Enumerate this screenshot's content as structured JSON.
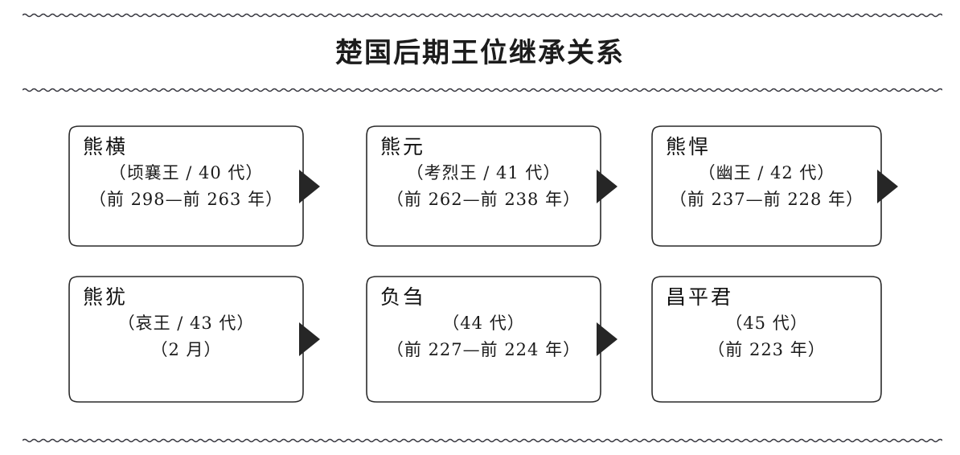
{
  "page": {
    "title": "楚国后期王位继承关系",
    "background_color": "#ffffff",
    "ink_color": "#1a1a1a",
    "arrow_color": "#262626"
  },
  "dividers": [
    {
      "name": "wave-top",
      "style": "wavy"
    },
    {
      "name": "wave-mid",
      "style": "wavy"
    },
    {
      "name": "wave-bottom",
      "style": "wavy"
    }
  ],
  "nodes": [
    {
      "id": "node-1",
      "name": "熊横",
      "title_generation": "（顷襄王 / 40 代）",
      "reign": "（前 298—前 263 年）",
      "has_arrow": true
    },
    {
      "id": "node-2",
      "name": "熊元",
      "title_generation": "（考烈王 / 41 代）",
      "reign": "（前 262—前 238 年）",
      "has_arrow": true
    },
    {
      "id": "node-3",
      "name": "熊悍",
      "title_generation": "（幽王 / 42 代）",
      "reign": "（前 237—前 228 年）",
      "has_arrow": true
    },
    {
      "id": "node-4",
      "name": "熊犹",
      "title_generation": "（哀王 / 43 代）",
      "reign": "（2 月）",
      "has_arrow": true
    },
    {
      "id": "node-5",
      "name": "负刍",
      "title_generation": "（44 代）",
      "reign": "（前 227—前 224 年）",
      "has_arrow": true
    },
    {
      "id": "node-6",
      "name": "昌平君",
      "title_generation": "（45 代）",
      "reign": "（前 223 年）",
      "has_arrow": false
    }
  ]
}
